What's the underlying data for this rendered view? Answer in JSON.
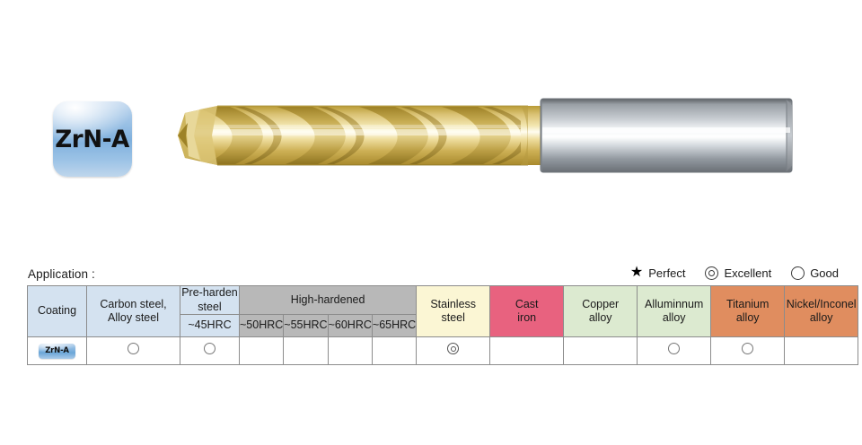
{
  "product": {
    "coating_badge_label": "ZrN-A",
    "drill_icon": "twist-drill-bit",
    "flute_color": "#d8c06a",
    "shank_color": "#b9bcc0"
  },
  "application": {
    "section_label": "Application :",
    "legend": [
      {
        "symbol": "star",
        "icon": "filled-star-icon",
        "label": "Perfect"
      },
      {
        "symbol": "double-circle",
        "icon": "double-circle-icon",
        "label": "Excellent"
      },
      {
        "symbol": "circle",
        "icon": "circle-icon",
        "label": "Good"
      }
    ],
    "table": {
      "coating_header": "Coating",
      "columns": [
        {
          "label": "Carbon steel,\nAlloy steel",
          "line1": "Carbon steel,",
          "line2": "Alloy steel",
          "color": "#d4e2f0"
        },
        {
          "label": "Pre-harden steel",
          "line1": "Pre-harden",
          "line2": "steel",
          "color": "#d4e2f0",
          "sub": "~45HRC"
        },
        {
          "label": "High-hardened",
          "color": "#b8b8b8",
          "subs": [
            "~50HRC",
            "~55HRC",
            "~60HRC",
            "~65HRC"
          ]
        },
        {
          "label": "Stainless steel",
          "line1": "Stainless",
          "line2": "steel",
          "color": "#fbf6d4"
        },
        {
          "label": "Cast iron",
          "line1": "Cast",
          "line2": "iron",
          "color": "#e8627f"
        },
        {
          "label": "Copper alloy",
          "line1": "Copper",
          "line2": "alloy",
          "color": "#dcead0"
        },
        {
          "label": "Alluminnum alloy",
          "line1": "Alluminnum",
          "line2": "alloy",
          "color": "#dcead0"
        },
        {
          "label": "Titanium alloy",
          "line1": "Titanium",
          "line2": "alloy",
          "color": "#e08d5f"
        },
        {
          "label": "Nickel/Inconel alloy",
          "line1": "Nickel/Inconel",
          "line2": "alloy",
          "color": "#e08d5f"
        }
      ],
      "rows": [
        {
          "coating": "ZrN-A",
          "ratings": [
            {
              "column": "Carbon steel, Alloy steel",
              "mark": "circle"
            },
            {
              "column": "Pre-harden steel ~45HRC",
              "mark": "circle"
            },
            {
              "column": "High-hardened ~50HRC",
              "mark": ""
            },
            {
              "column": "High-hardened ~55HRC",
              "mark": ""
            },
            {
              "column": "High-hardened ~60HRC",
              "mark": ""
            },
            {
              "column": "High-hardened ~65HRC",
              "mark": ""
            },
            {
              "column": "Stainless steel",
              "mark": "double-circle"
            },
            {
              "column": "Cast iron",
              "mark": ""
            },
            {
              "column": "Copper alloy",
              "mark": ""
            },
            {
              "column": "Alluminnum alloy",
              "mark": "circle"
            },
            {
              "column": "Titanium alloy",
              "mark": "circle"
            },
            {
              "column": "Nickel/Inconel alloy",
              "mark": ""
            }
          ]
        }
      ]
    }
  }
}
